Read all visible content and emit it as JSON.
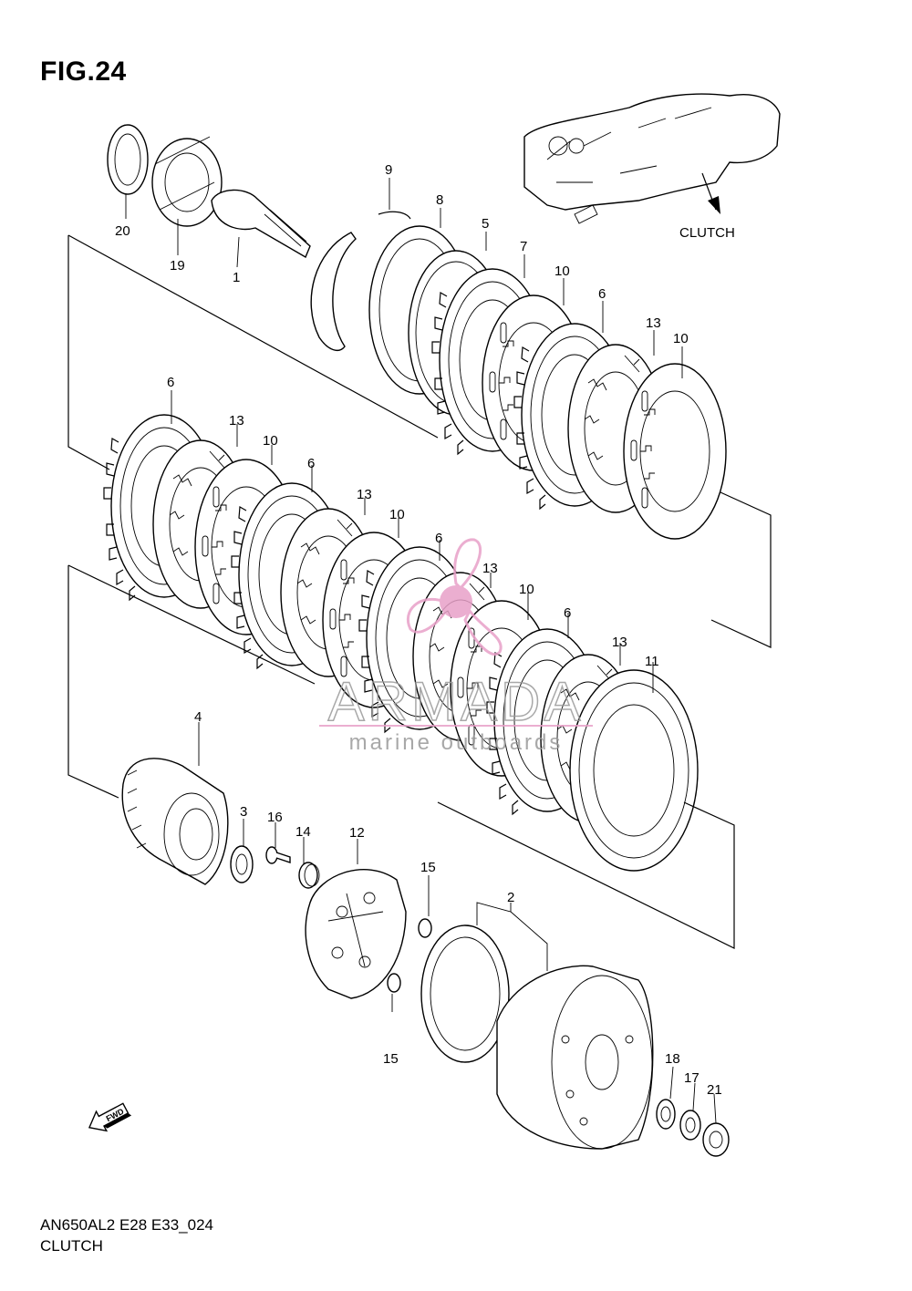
{
  "figure": {
    "title": "FIG.24",
    "model_code": "AN650AL2 E28 E33_024",
    "section_name": "CLUTCH"
  },
  "callouts": [
    {
      "id": "c20",
      "label": "20"
    },
    {
      "id": "c19",
      "label": "19"
    },
    {
      "id": "c1",
      "label": "1"
    },
    {
      "id": "c9",
      "label": "9"
    },
    {
      "id": "c8",
      "label": "8"
    },
    {
      "id": "c5",
      "label": "5"
    },
    {
      "id": "c7",
      "label": "7"
    },
    {
      "id": "c10a",
      "label": "10"
    },
    {
      "id": "c6a",
      "label": "6"
    },
    {
      "id": "c13a",
      "label": "13"
    },
    {
      "id": "c10b",
      "label": "10"
    },
    {
      "id": "c6b",
      "label": "6"
    },
    {
      "id": "c13b",
      "label": "13"
    },
    {
      "id": "c10c",
      "label": "10"
    },
    {
      "id": "c6c",
      "label": "6"
    },
    {
      "id": "c13c",
      "label": "13"
    },
    {
      "id": "c10d",
      "label": "10"
    },
    {
      "id": "c6d",
      "label": "6"
    },
    {
      "id": "c13d",
      "label": "13"
    },
    {
      "id": "c10e",
      "label": "10"
    },
    {
      "id": "c6e",
      "label": "6"
    },
    {
      "id": "c13e",
      "label": "13"
    },
    {
      "id": "c11",
      "label": "11"
    },
    {
      "id": "c4",
      "label": "4"
    },
    {
      "id": "c3",
      "label": "3"
    },
    {
      "id": "c16",
      "label": "16"
    },
    {
      "id": "c14",
      "label": "14"
    },
    {
      "id": "c12",
      "label": "12"
    },
    {
      "id": "c15a",
      "label": "15"
    },
    {
      "id": "c15b",
      "label": "15"
    },
    {
      "id": "c2",
      "label": "2"
    },
    {
      "id": "c18",
      "label": "18"
    },
    {
      "id": "c17",
      "label": "17"
    },
    {
      "id": "c21",
      "label": "21"
    }
  ],
  "inset": {
    "label": "CLUTCH"
  },
  "fwd_arrow": {
    "label": "FWD",
    "icon": "fwd-arrow-icon"
  },
  "watermark": {
    "brand": "ARMADA",
    "tagline": "marine outboards",
    "accent_color": "#e8a0c8",
    "text_color": "#9a9a9a"
  }
}
